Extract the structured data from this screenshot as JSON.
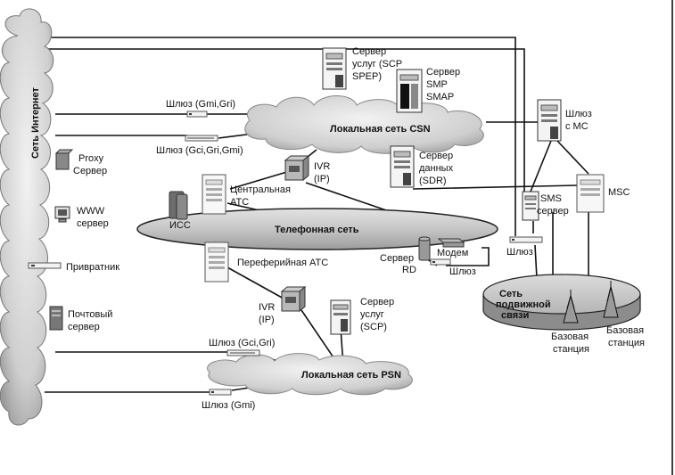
{
  "clouds": {
    "internet": "Сеть Интернет",
    "csn": "Локальная сеть CSN",
    "psn": "Локальная сеть PSN"
  },
  "networks": {
    "telephone": "Телефонная сеть",
    "mobile": [
      "Сеть",
      "подвижной",
      "связи"
    ]
  },
  "nodes": {
    "proxy": [
      "Proxy",
      "Сервер"
    ],
    "www": [
      "WWW",
      "сервер"
    ],
    "gatekeeper": "Привратник",
    "mail": [
      "Почтовый",
      "сервер"
    ],
    "scp_spep": [
      "Сервер",
      "услуг (SCP",
      "SPEP)"
    ],
    "smp_smap": [
      "Сервер",
      "SMP",
      "SMAP"
    ],
    "ivr_top": [
      "IVR",
      "(IP)"
    ],
    "sdr": [
      "Сервер",
      "данных",
      "(SDR)"
    ],
    "central_ate": [
      "Центральная",
      "АТС"
    ],
    "ics": "ИСС",
    "peripheral_ate": "Переферийная АТС",
    "ivr_bottom": [
      "IVR",
      "(IP)"
    ],
    "scp_bottom": [
      "Сервер",
      "услуг",
      "(SCP)"
    ],
    "rd_server": [
      "Сервер",
      "RD"
    ],
    "modem": "Модем",
    "gw_mc": [
      "Шлюз",
      "с МС"
    ],
    "sms": [
      "SMS",
      "сервер"
    ],
    "msc": "MSC",
    "base1": [
      "Базовая",
      "станция"
    ],
    "base2": [
      "Базовая",
      "станция"
    ]
  },
  "gateways": {
    "gmi_gri": "Шлюз (Gmi,Gri)",
    "gci_gri_gmi": "Шлюз (Gci,Gri,Gmi)",
    "rd_gw": "Шлюз",
    "mobile_gw": "Шлюз",
    "gci_gri": "Шлюз (Gci,Gri)",
    "gmi": "Шлюз (Gmi)"
  }
}
